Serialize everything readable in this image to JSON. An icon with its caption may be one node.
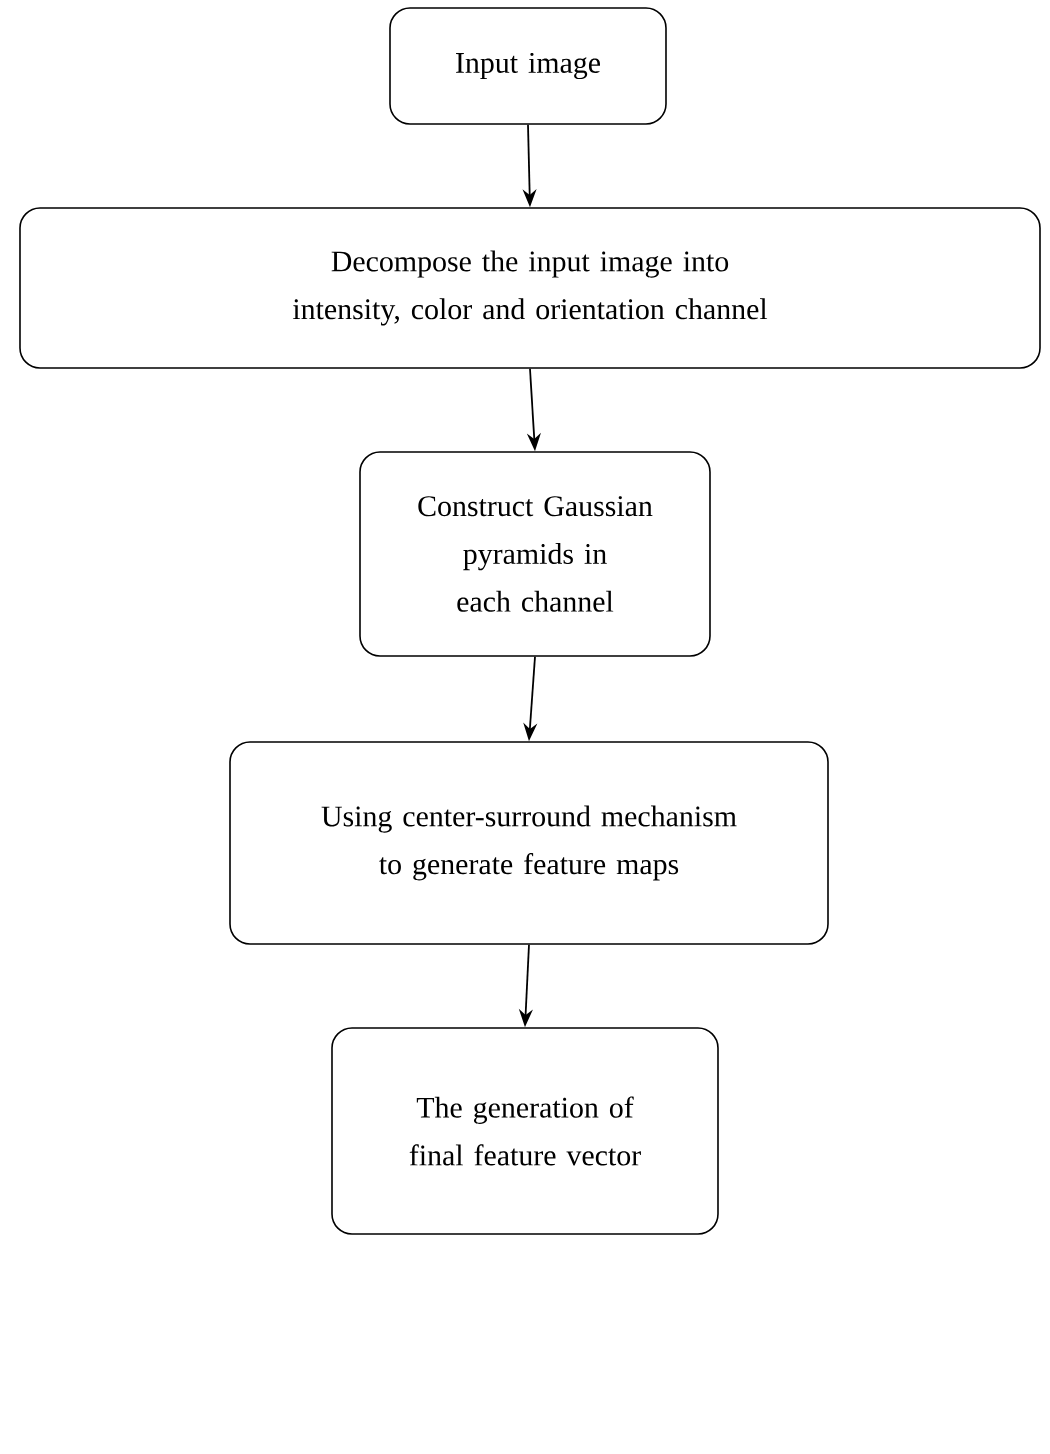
{
  "diagram": {
    "nodes": [
      {
        "text": [
          "Input image"
        ]
      },
      {
        "text": [
          "Decompose the input image into intensity, color and orientation channel"
        ]
      },
      {
        "text": [
          "Construct Gaussian pyramids in each channel"
        ]
      },
      {
        "text": [
          "Using center-surround mechanism to generate feature maps"
        ]
      },
      {
        "text": [
          "The generation of final feature vector"
        ]
      }
    ],
    "edges": [
      {
        "from": 0,
        "to": 1,
        "arrow": "to"
      },
      {
        "from": 1,
        "to": 2,
        "arrow": "to"
      },
      {
        "from": 2,
        "to": 3,
        "arrow": "to"
      },
      {
        "from": 3,
        "to": 4,
        "arrow": "to"
      }
    ]
  }
}
